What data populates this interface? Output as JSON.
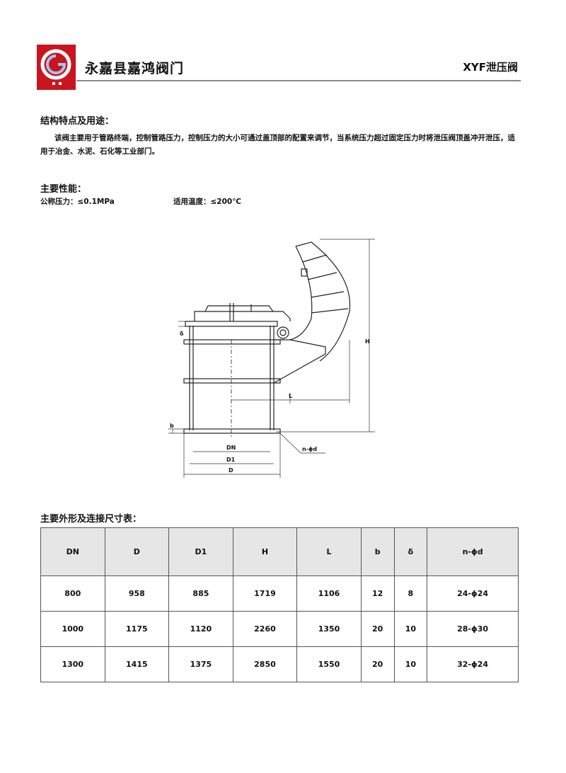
{
  "header": {
    "company": "永嘉县嘉鸿阀门",
    "product": "XYF泄压阀",
    "logo_color": "#c9151e"
  },
  "features": {
    "title": "结构特点及用途：",
    "text": "该阀主要用于管路终端，控制管路压力，控制压力的大小可通过盖顶部的配置来调节，当系统压力超过固定压力时将泄压阀顶盖冲开泄压，适用于冶金、水泥、石化等工业部门。"
  },
  "performance": {
    "title": "主要性能：",
    "pressure": "公称压力：≤0.1MPa",
    "temperature": "适用温度：≤200℃"
  },
  "drawing_labels": {
    "H": "H",
    "L": "L",
    "b": "b",
    "delta": "δ",
    "DN": "DN",
    "D1": "D1",
    "D": "D",
    "bolts": "n-ϕd"
  },
  "table": {
    "title": "主要外形及连接尺寸表：",
    "headers": [
      "DN",
      "D",
      "D1",
      "H",
      "L",
      "b",
      "δ",
      "n-ϕd"
    ],
    "rows": [
      [
        "800",
        "958",
        "885",
        "1719",
        "1106",
        "12",
        "8",
        "24-ϕ24"
      ],
      [
        "1000",
        "1175",
        "1120",
        "2260",
        "1350",
        "20",
        "10",
        "28-ϕ30"
      ],
      [
        "1300",
        "1415",
        "1375",
        "2850",
        "1550",
        "20",
        "10",
        "32-ϕ24"
      ]
    ]
  }
}
